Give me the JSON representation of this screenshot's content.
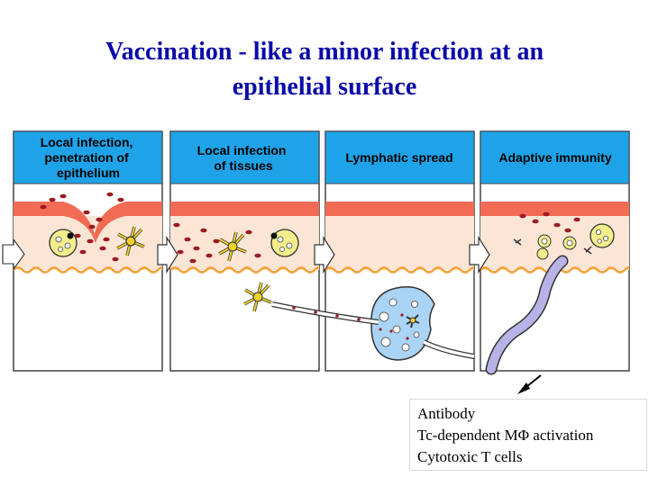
{
  "title": {
    "line1": "Vaccination - like a minor infection at an",
    "line2": "epithelial surface"
  },
  "panels": [
    {
      "label_lines": [
        "Local infection,",
        "penetration of",
        "epithelium"
      ]
    },
    {
      "label_lines": [
        "Local infection",
        "of tissues"
      ]
    },
    {
      "label_lines": [
        "Lymphatic spread"
      ]
    },
    {
      "label_lines": [
        "Adaptive immunity"
      ]
    }
  ],
  "outcomes": [
    "Antibody",
    "Tc-dependent MΦ activation",
    "Cytotoxic T cells"
  ],
  "colors": {
    "header_blue": "#1fa3e8",
    "epithelium": "#f26b54",
    "tissue": "#fbe6d6",
    "basement": "#f5a23a",
    "bacteria": "#9c1b22",
    "dendritic_cell": "#f0d12a",
    "lymph_node": "#a9d4f5",
    "lymph_vessel": "#b7b3e6",
    "title": "#0a0aa8"
  },
  "icons": [
    "flow-arrow-icon",
    "bacterium-icon",
    "dendritic-cell-icon",
    "macrophage-icon",
    "lymph-node-icon",
    "lymphatic-vessel-icon",
    "t-cell-icon",
    "antibody-icon",
    "pointer-arrow-icon"
  ]
}
